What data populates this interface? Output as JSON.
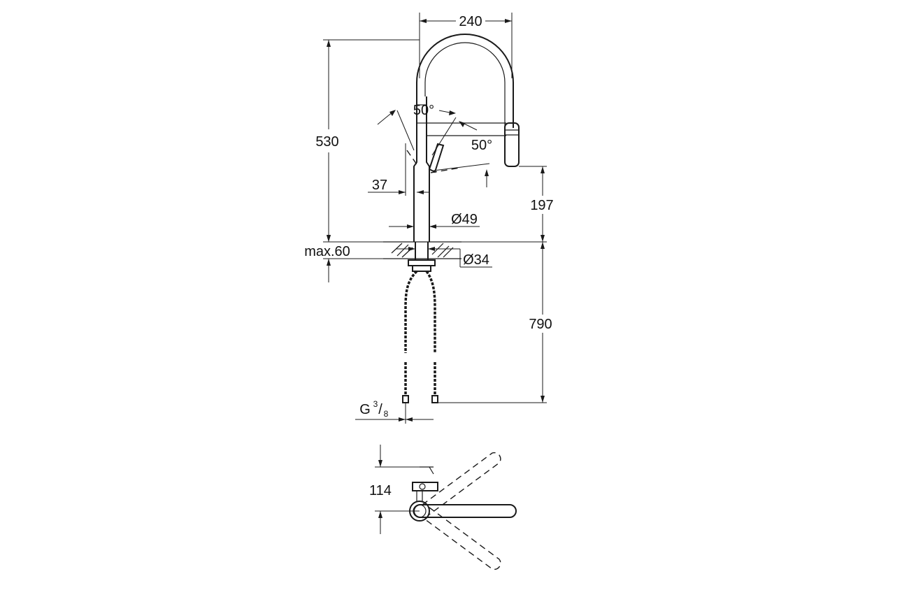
{
  "dimensions": {
    "width_top": "240",
    "height_total": "530",
    "angle_left": "50°",
    "angle_right": "50°",
    "spray_offset": "37",
    "spout_height": "197",
    "body_diameter": "Ø49",
    "deck_thickness": "max.60",
    "hole_diameter": "Ø34",
    "hose_length": "790",
    "thread_main": "G",
    "thread_num": "3",
    "thread_den": "8",
    "lever_offset": "114"
  }
}
